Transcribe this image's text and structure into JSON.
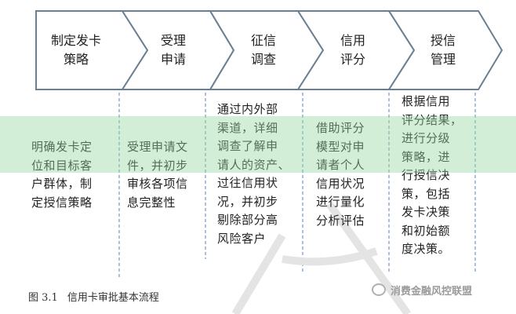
{
  "steps": [
    {
      "label": "制定发卡\n策略"
    },
    {
      "label": "受理\n申请"
    },
    {
      "label": "征信\n调查"
    },
    {
      "label": "信用\n评分"
    },
    {
      "label": "授信\n管理"
    }
  ],
  "descriptions": [
    {
      "text": "明确发卡定\n位和目标客\n户群体，制\n定授信策略"
    },
    {
      "text": "受理申请文\n件，并初步\n审核各项信\n息完整性"
    },
    {
      "text": "通过内外部\n渠道，详细\n调查了解申\n请人的资产、\n过往信用状\n况，并初步\n剔除部分高\n风险客户"
    },
    {
      "text": "借助评分\n模型对申\n请者个人\n信用状况\n进行量化\n分析评估"
    },
    {
      "text": "根据信用\n评分结果，\n进行分级\n策略，进\n行授信决\n策，包括\n发卡决策\n和初始额\n度决策。"
    }
  ],
  "caption": {
    "number": "图 3.1",
    "title": "信用卡审批基本流程"
  },
  "watermark": {
    "text": "消费金融风控联盟"
  },
  "colors": {
    "chevron_stroke": "#6b7f93",
    "dashed_line": "#7c9fc8",
    "banner": "#96d7a0"
  }
}
